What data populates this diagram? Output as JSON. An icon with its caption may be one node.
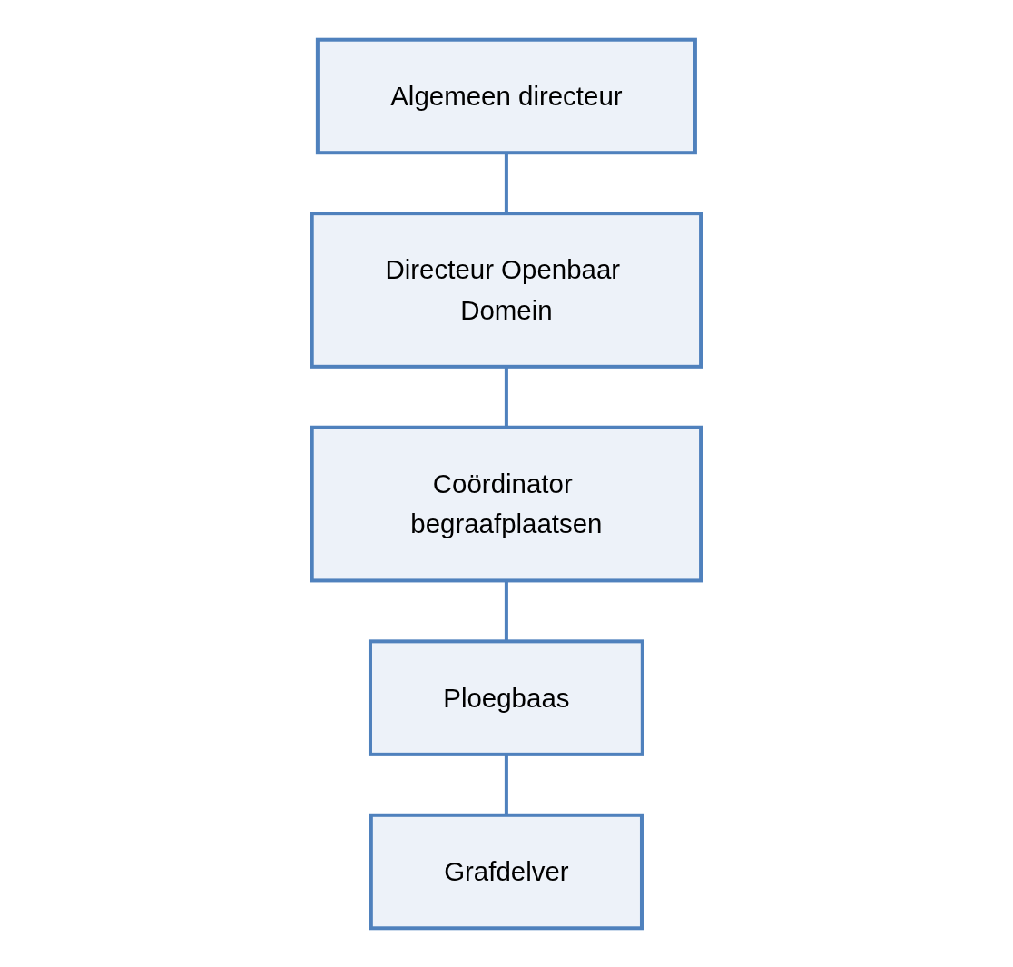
{
  "diagram": {
    "nodes": [
      {
        "text": [
          "Algemeen directeur"
        ]
      },
      {
        "text": [
          "Directeur Openbaar Domein"
        ]
      },
      {
        "text": [
          "Coördinator begraafplaatsen"
        ]
      },
      {
        "text": [
          "Ploegbaas"
        ]
      },
      {
        "text": [
          "Grafdelver"
        ]
      }
    ],
    "edges": [
      {
        "from": 0,
        "to": 1,
        "arrow": "none"
      },
      {
        "from": 1,
        "to": 2,
        "arrow": "none"
      },
      {
        "from": 2,
        "to": 3,
        "arrow": "none"
      },
      {
        "from": 3,
        "to": 4,
        "arrow": "none"
      }
    ]
  }
}
